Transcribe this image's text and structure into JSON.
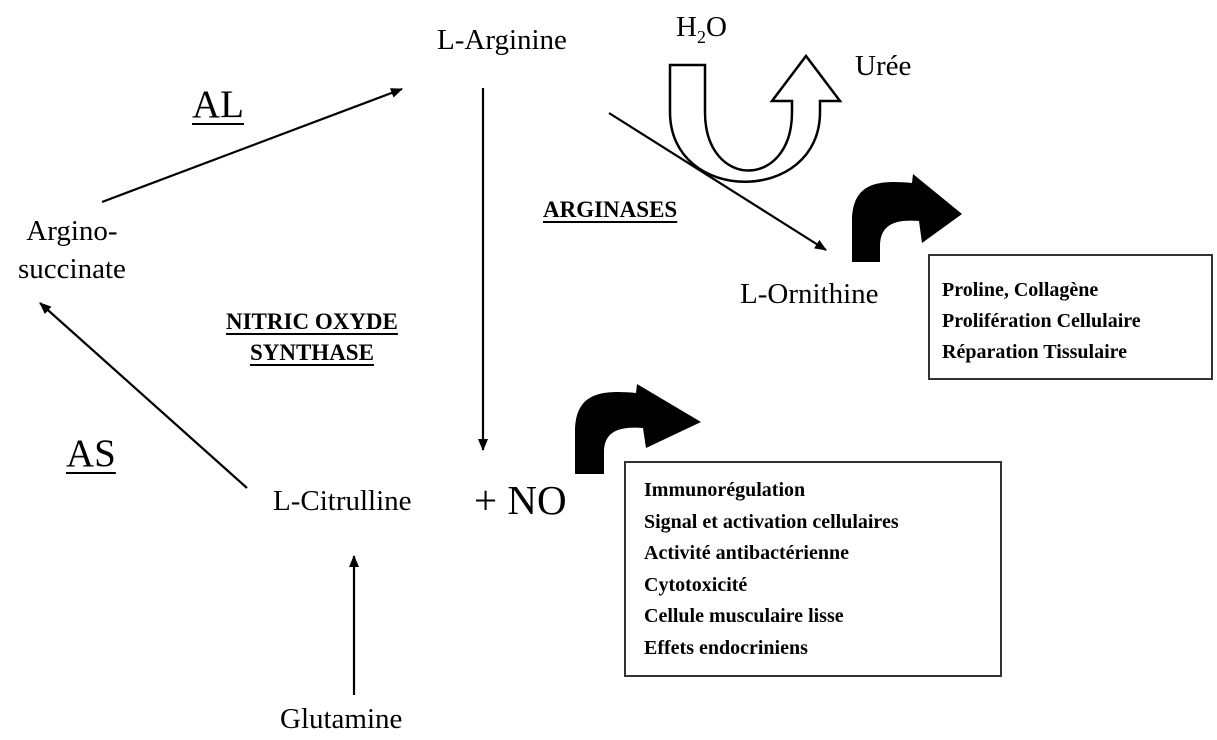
{
  "nodes": {
    "arginine": "L-Arginine",
    "argino_line1": "Argino-",
    "argino_line2": "succinate",
    "citrulline": "L-Citrulline",
    "glutamine": "Glutamine",
    "ornithine": "L-Ornithine",
    "no": "+ NO",
    "uree": "Urée",
    "water_h": "H",
    "water_sub": "2",
    "water_o": "O"
  },
  "enzymes": {
    "al": "AL",
    "as": "AS",
    "arginases": "ARGINASES",
    "nos_line1": "NITRIC OXYDE",
    "nos_line2": "SYNTHASE"
  },
  "ornithine_effects": [
    "Proline, Collagène",
    "Prolifération Cellulaire",
    "Réparation Tissulaire"
  ],
  "no_effects": [
    "Immunorégulation",
    "Signal et activation cellulaires",
    "Activité antibactérienne",
    "Cytotoxicité",
    "Cellule musculaire lisse",
    "Effets endocriniens"
  ],
  "colors": {
    "ink": "#000000",
    "box_border": "#333333",
    "background": "#ffffff"
  }
}
